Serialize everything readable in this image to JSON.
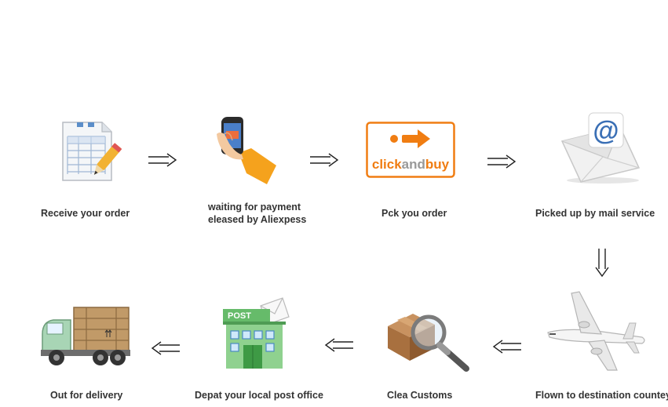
{
  "steps": [
    {
      "label": "Receive  your order",
      "icon": "spreadsheet-pencil-icon"
    },
    {
      "label_lines": [
        "waiting for payment",
        "eleased by Aliexpess"
      ],
      "icon": "hand-phone-icon"
    },
    {
      "label": "Pck you order",
      "icon": "clickandbuy-logo",
      "logo_text_a": "click",
      "logo_text_b": "and",
      "logo_text_c": "buy"
    },
    {
      "label": "Picked up by  mail service",
      "icon": "email-envelope-icon"
    },
    {
      "label": "Flown to destination countey",
      "icon": "airplane-icon"
    },
    {
      "label": "Clea Customs",
      "icon": "package-magnifier-icon"
    },
    {
      "label": "Depat your local post office",
      "icon": "post-office-icon",
      "sign_text": "POST"
    },
    {
      "label": "Out for delivery",
      "icon": "delivery-truck-icon"
    }
  ],
  "colors": {
    "accent_orange": "#f5a21d",
    "logo_orange": "#f07d12",
    "post_green": "#66bb6a",
    "arrow": "#222222",
    "text": "#333333"
  }
}
